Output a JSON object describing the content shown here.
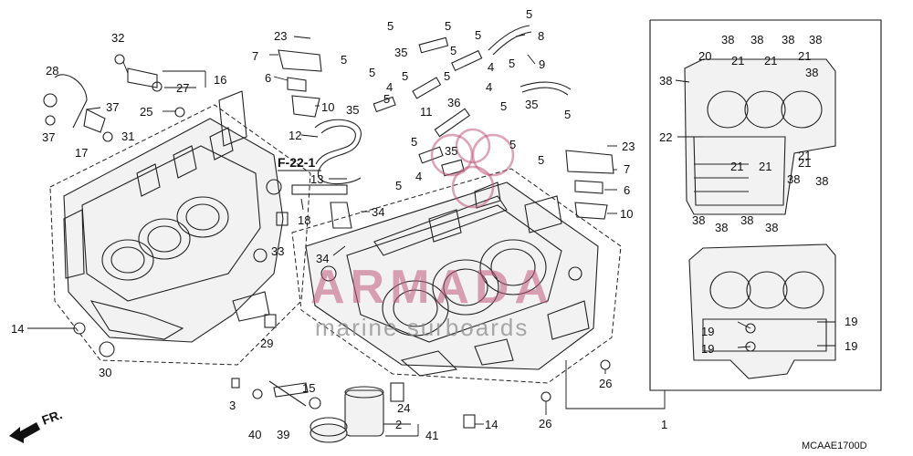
{
  "diagram": {
    "reference_code": "MCAAE1700D",
    "section_ref": "F-22-1",
    "front_marker": "FR.",
    "watermark": {
      "brand": "ARMADA",
      "tagline": "marine surboards"
    },
    "callouts": {
      "c1": "1",
      "c2": "2",
      "c3": "3",
      "c4a": "4",
      "c4b": "4",
      "c4c": "4",
      "c4d": "4",
      "c5a": "5",
      "c5b": "5",
      "c5c": "5",
      "c5d": "5",
      "c5e": "5",
      "c5f": "5",
      "c5g": "5",
      "c5h": "5",
      "c5i": "5",
      "c5j": "5",
      "c5k": "5",
      "c5l": "5",
      "c5m": "5",
      "c5n": "5",
      "c5o": "5",
      "c5p": "5",
      "c5q": "5",
      "c6a": "6",
      "c6b": "6",
      "c7a": "7",
      "c7b": "7",
      "c8": "8",
      "c9": "9",
      "c10a": "10",
      "c10b": "10",
      "c11": "11",
      "c12": "12",
      "c13": "13",
      "c14a": "14",
      "c14b": "14",
      "c15": "15",
      "c16": "16",
      "c17": "17",
      "c18": "18",
      "c19a": "19",
      "c19b": "19",
      "c19c": "19",
      "c19d": "19",
      "c20": "20",
      "c21a": "21",
      "c21b": "21",
      "c21c": "21",
      "c21d": "21",
      "c21e": "21",
      "c21f": "21",
      "c21g": "21",
      "c22": "22",
      "c23a": "23",
      "c23b": "23",
      "c24": "24",
      "c25": "25",
      "c26a": "26",
      "c26b": "26",
      "c27": "27",
      "c28": "28",
      "c29": "29",
      "c30": "30",
      "c31": "31",
      "c32": "32",
      "c33": "33",
      "c34a": "34",
      "c34b": "34",
      "c35a": "35",
      "c35b": "35",
      "c35c": "35",
      "c35d": "35",
      "c36": "36",
      "c37a": "37",
      "c37b": "37",
      "c38a": "38",
      "c38b": "38",
      "c38c": "38",
      "c38d": "38",
      "c38e": "38",
      "c38f": "38",
      "c38g": "38",
      "c38h": "38",
      "c38i": "38",
      "c38j": "38",
      "c38k": "38",
      "c38l": "38",
      "c39": "39",
      "c40": "40",
      "c41": "41"
    }
  }
}
